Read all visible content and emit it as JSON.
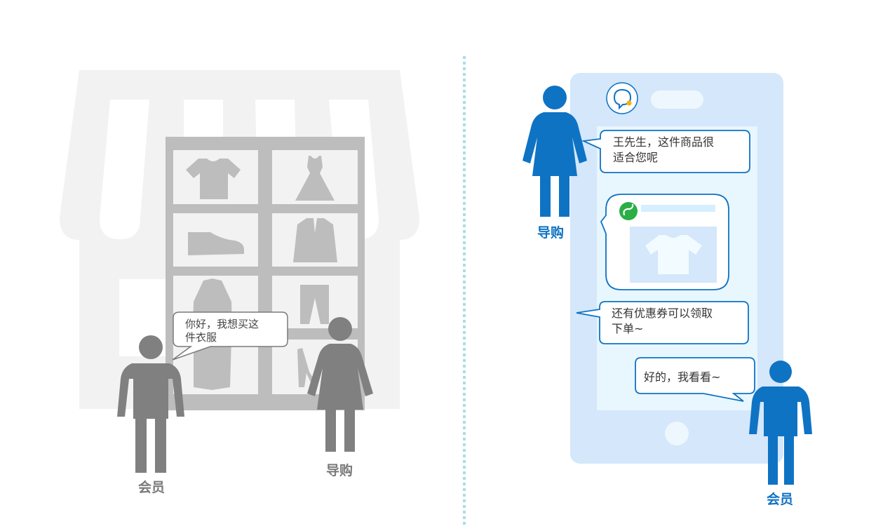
{
  "left_scene": {
    "speech_bubble": {
      "line1": "你好，我想买这",
      "line2": "件衣服"
    },
    "member_label": "会员",
    "guide_label": "导购"
  },
  "right_scene": {
    "guide_label": "导购",
    "member_label": "会员",
    "messages": [
      {
        "from": "guide",
        "line1": "王先生，这件商品很",
        "line2": "适合您呢"
      },
      {
        "from": "guide",
        "type": "mini-program-card"
      },
      {
        "from": "guide",
        "line1": "还有优惠券可以领取",
        "line2": "下单~"
      },
      {
        "from": "member",
        "line1": "好的，我看看~"
      }
    ]
  },
  "colors": {
    "store_gray": "#f2f2f2",
    "shelf_gray": "#bdbdbd",
    "person_gray": "#808080",
    "person_blue": "#0f73c4",
    "phone_blue": "#d4e7fb",
    "screen_blue": "#e8f6fd",
    "divider": "#a9dde6",
    "mini_program_green": "#2aae45"
  }
}
